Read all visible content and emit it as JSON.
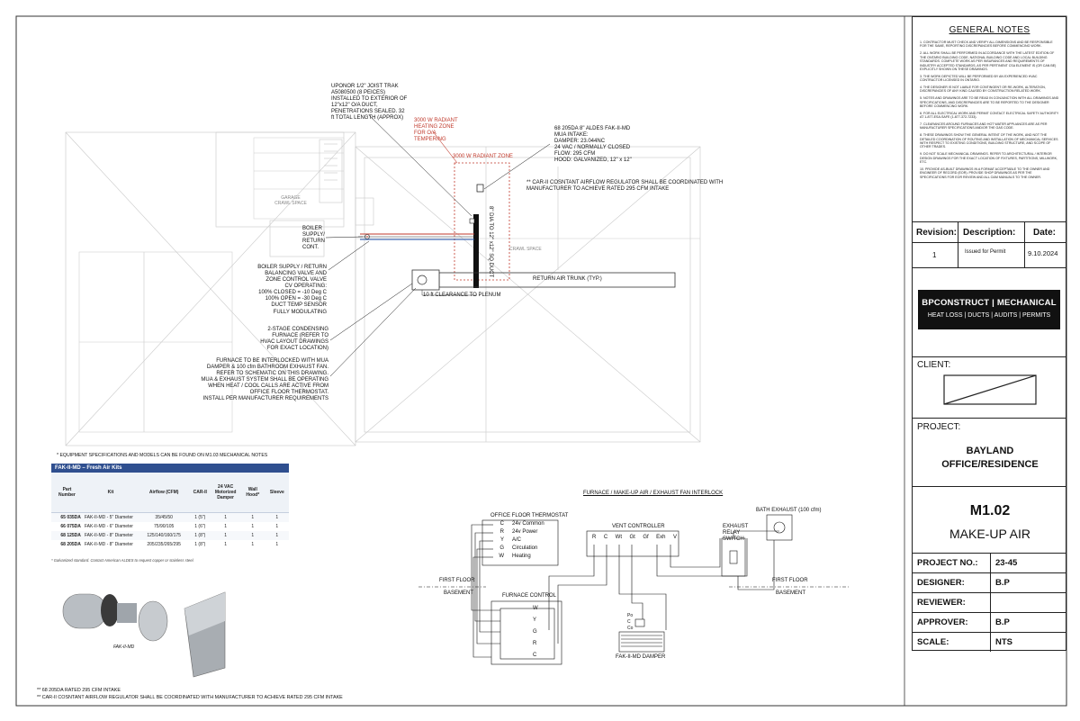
{
  "notes": {
    "plan_upper": "UPONOR 1/2\" JOIST TRAK\nA5080500 (8 PEICES)\nINSTALLED TO EXTERIOR OF\n12\"x12\" O/A DUCT,\nPENETRATIONS SEALED. 32\nft TOTAL LENGTH (APPROX)",
    "heating_zone": "3000 W RADIANT\nHEATING ZONE\nFOR O/A\nTEMPERING",
    "radiant_zone": "3000 W RADIANT ZONE",
    "mua_intake": "68 205DA 8\" ALDES FAK-II-MD\nMUA INTAKE:\nDAMPER: 23.044NC\n24 VAC / NORMALLY CLOSED\nFLOW: 295 CFM\nHOOD: GALVANIZED, 12\" x 12\"",
    "car_note": "** CAR-II COSNTANT AIRFLOW REGULATOR SHALL BE COORDINATED WITH\nMANUFACTURER TO ACHIEVE RATED 295 CFM INTAKE",
    "garage": "GARAGE\nCRAWL SPACE",
    "boiler": "BOILER\nSUPPLY/\nRETURN\nCONT.",
    "boiler_supply": "BOILER SUPPLY / RETURN\nBALANCING VALVE AND\nZONE CONTROL VALVE\nCV OPERATING:\n100% CLOSED = -10 Deg C\n100% OPEN = -30 Deg C\nDUCT TEMP SENSOR\nFULLY MODULATING",
    "duct": "8\" DIA TO 12\" x12\" SQ DUCT",
    "crawl": "CRAWL SPACE",
    "return_trunk": "RETURN AIR TRUNK (TYP.)",
    "clearance": "10 ft CLEARANCE TO PLENUM",
    "furnace": "2-STAGE CONDENSING\nFURNACE (REFER TO\nHVAC LAYOUT DRAWINGS\nFOR EXACT LOCATION)",
    "interlock": "FURNACE TO BE INTERLOCKED WITH MUA\nDAMPER & 100 cfm BATHROOM EXHAUST FAN.\nREFER TO SCHEMATIC ON THIS DRAWING.\nMUA & EXHAUST SYSTEM SHALL BE OPERATING\nWHEN HEAT / COOL CALLS ARE ACTIVE FROM\nOFFICE FLOOR THERMOSTAT.\nINSTALL PER MANUFACTURER REQUIREMENTS",
    "equipment_specs": "* EQUIPMENT SPECIFICATIONS AND MODELS CAN BE FOUND ON M1.03 MECHANICAL NOTES",
    "footer1": "** 68 205DA RATED 295 CFM INTAKE",
    "footer2": "** CAR-II COSNTANT AIRFLOW REGULATOR SHALL BE COORDINATED WITH MANUFACTURER TO ACHIEVE RATED 295 CFM INTAKE"
  },
  "fak_table": {
    "title": "FAK-II-MD – Fresh Air Kits",
    "headers": [
      "Part\nNumber",
      "Kit",
      "Airflow (CFM)",
      "CAR-II",
      "24 VAC\nMotorized\nDamper",
      "Wall\nHood*",
      "Sleeve"
    ],
    "rows": [
      [
        "65 035DA",
        "FAK-II-MD - 5\" Diameter",
        "35/45/50",
        "1 (5\")",
        "1",
        "1",
        "1"
      ],
      [
        "66 075DA",
        "FAK-II-MD - 6\" Diameter",
        "75/90/105",
        "1 (6\")",
        "1",
        "1",
        "1"
      ],
      [
        "68 125DA",
        "FAK-II-MD - 8\" Diameter",
        "125/140/160/175",
        "1 (8\")",
        "1",
        "1",
        "1"
      ],
      [
        "68 205DA",
        "FAK-II-MD - 8\" Diameter",
        "205/235/265/295",
        "1 (8\")",
        "1",
        "1",
        "1"
      ]
    ],
    "galv_note": "* Galvanized standard. Contact American ALDES to request copper or stainless steel.",
    "photo_caption": "FAK-II-MD"
  },
  "schematic": {
    "title": "FURNACE / MAKE-UP AIR / EXHAUST FAN INTERLOCK",
    "thermostat": "OFFICE FLOOR THERMOSTAT",
    "thermo_terms": [
      {
        "t": "C",
        "d": "24v Common"
      },
      {
        "t": "R",
        "d": "24v Power"
      },
      {
        "t": "Y",
        "d": "A/C"
      },
      {
        "t": "G",
        "d": "Circulation"
      },
      {
        "t": "W",
        "d": "Heating"
      }
    ],
    "vent_controller": "VENT CONTROLLER",
    "vent_terms": [
      "R",
      "C",
      "Wt",
      "Gt",
      "Gf",
      "Exh",
      "V"
    ],
    "exhaust_relay": "EXHAUST\nRELAY\nSWITCH",
    "bath_exhaust": "BATH EXHAUST (100 cfm)",
    "first_floor_l": "FIRST FLOOR",
    "basement_l": "BASEMENT",
    "first_floor_r": "FIRST FLOOR",
    "basement_r": "BASEMENT",
    "furnace_control": "FURNACE CONTROL",
    "furnace_terms": [
      "W",
      "Y",
      "G",
      "R",
      "C"
    ],
    "damper_terms": [
      "Po",
      "C",
      "Co"
    ],
    "damper": "FAK-II-MD DAMPER"
  },
  "title_block": {
    "general_notes_title": "GENERAL NOTES",
    "general_notes": [
      "1.  CONTRACTOR MUST CHECK AND VERIFY ALL DIMENSIONS AND BE RESPONSIBLE FOR THE SAME, REPORTING DISCREPANCIES BEFORE COMMENCING WORK.",
      "2.  ALL WORK SHALL BE PERFORMED IN ACCORDANCE WITH THE LATEST EDITION OF THE ONTARIO BUILDING CODE, NATIONAL BUILDING CODE AND LOCAL BUILDING STANDARDS. COMPLETE WORK AS PER INSURANCES AND REQUIREMENTS OF INDUSTRY ACCEPTED STANDARDS, AS PER PERTINENT CSA ELEMENT IS (OR CAN BE) EXPLICITLY SHOWN ON THESE DRAWINGS.",
      "3.  THE WORK DEPICTED WILL BE PERFORMED BY AN EXPERIENCED HVAC CONTRACTOR LICENSED IN ONTARIO.",
      "4.  THE DESIGNER IS NOT LIABLE FOR CONTINGENT OR RE-WORK, ALTERATION, DISCREPANCIES OF ANY KIND CAUSED BY CONSTRUCTION RELATED WORK.",
      "5.  NOTES AND DRAWINGS ARE TO BE READ IN CONJUNCTION WITH ALL DRAWINGS AND SPECIFICATIONS, AND DISCREPANCIES ARE TO BE REPORTED TO THE DESIGNER BEFORE COMMENCING WORK.",
      "6.  FOR ALL ELECTRICAL WORK AND PERMIT CONTACT ELECTRICAL SAFETY AUTHORITY AT 1-877-ESA-SAFE (1-877-372-7233).",
      "7.  CLEARANCES AROUND FURNACES AND HOT WATER APPLIANCES ARE AS PER MANUFACTURER SPECIFICATIONS AND/OR THE GAS CODE.",
      "8.  THESE DRAWINGS SHOW THE GENERAL INTENT OF THE WORK, AND NOT THE DETAILED COORDINATION OF ROUTING AND INSTALLATION OF MECHANICAL SERVICES WITH RESPECT TO EXISTING CONDITIONS, BUILDING STRUCTURE, AND SCOPE OF OTHER TRADES.",
      "9.  DO NOT SCALE MECHANICAL DRAWINGS. REFER TO ARCHITECTURAL / INTERIOR DESIGN DRAWINGS FOR THE EXACT LOCATION OF FIXTURES, PARTITIONS, MILLWORK, ETC.",
      "10.  PROVIDE AS-BUILT DRAWINGS IN A FORMAT ACCEPTABLE TO THE OWNER AND ENGINEER OF RECORD (EOR). PROVIDE SHOP DRAWINGS AS PER THE SPECIFICATIONS FOR EOR REVIEW AND ALL O&M MANUALS TO THE OWNER."
    ],
    "revision_hdr": "Revision:",
    "description_hdr": "Description:",
    "date_hdr": "Date:",
    "revision": "1",
    "description": "Issued for Permit",
    "date": "9.10.2024",
    "logo_main": "BPCONSTRUCT | MECHANICAL",
    "logo_sub": "HEAT LOSS | DUCTS | AUDITS | PERMITS",
    "client_label": "CLIENT:",
    "project_label": "PROJECT:",
    "project_name": "BAYLAND\nOFFICE/RESIDENCE",
    "sheet_number": "M1.02",
    "sheet_title": "MAKE-UP AIR",
    "fields": [
      {
        "label": "PROJECT NO.:",
        "value": "23-45"
      },
      {
        "label": "DESIGNER:",
        "value": "B.P"
      },
      {
        "label": "REVIEWER:",
        "value": ""
      },
      {
        "label": "APPROVER:",
        "value": "B.P"
      },
      {
        "label": "SCALE:",
        "value": "NTS"
      }
    ]
  },
  "colors": {
    "red_annotation": "#c0392b",
    "logo_bg": "#111111",
    "table_header": "#2f4f8f"
  }
}
